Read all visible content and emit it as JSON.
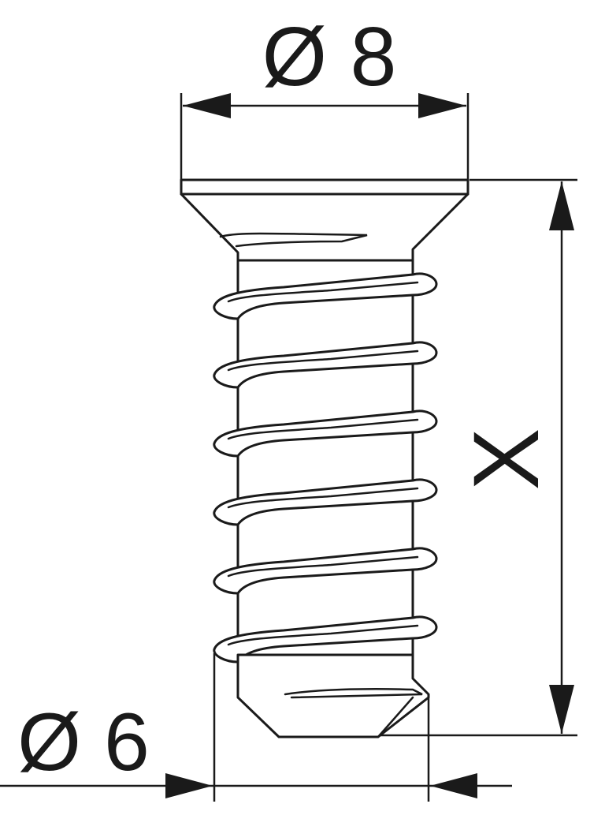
{
  "diagram": {
    "head_diameter_label": "Ø 8",
    "shank_diameter_label": "Ø 6",
    "length_label": "X",
    "line_color": "#1a1a1a",
    "background_color": "#ffffff",
    "thread_turns": 6
  }
}
